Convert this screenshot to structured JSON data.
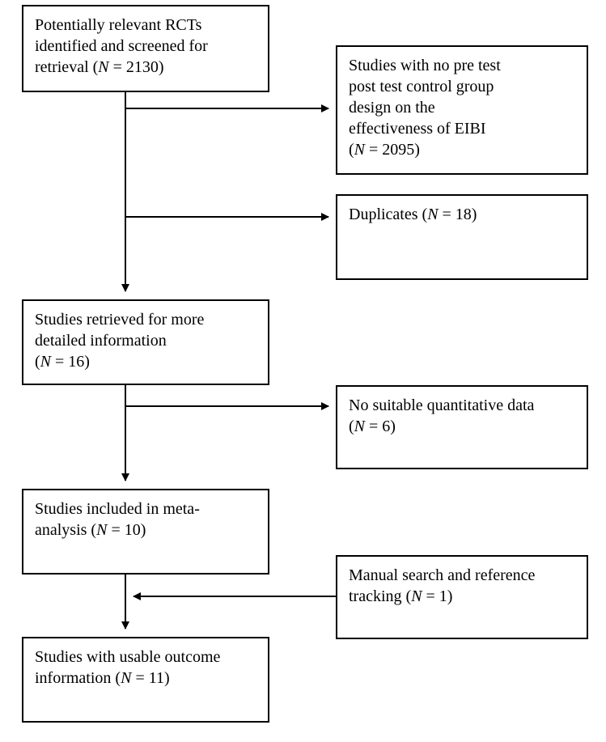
{
  "boxes": {
    "screened": {
      "lines": [
        "Potentially relevant RCTs",
        "identified and screened for"
      ],
      "last_prefix": "retrieval (",
      "n_label": "N",
      "last_suffix": " = 2130)"
    },
    "excluded_design": {
      "lines": [
        "Studies with no pre test",
        "post test control group",
        "design on the",
        "effectiveness of EIBI"
      ],
      "last_prefix": "(",
      "n_label": "N",
      "last_suffix": " = 2095)"
    },
    "duplicates": {
      "lines": [],
      "last_prefix": "Duplicates (",
      "n_label": "N",
      "last_suffix": " = 18)"
    },
    "retrieved": {
      "lines": [
        "Studies retrieved for more",
        "detailed information"
      ],
      "last_prefix": "(",
      "n_label": "N",
      "last_suffix": " = 16)"
    },
    "no_data": {
      "lines": [
        "No suitable quantitative data"
      ],
      "last_prefix": "(",
      "n_label": "N",
      "last_suffix": " = 6)"
    },
    "included": {
      "lines": [
        "Studies included in meta-"
      ],
      "last_prefix": "analysis (",
      "n_label": "N",
      "last_suffix": " = 10)"
    },
    "manual": {
      "lines": [
        "Manual search and reference"
      ],
      "last_prefix": "tracking (",
      "n_label": "N",
      "last_suffix": " = 1)"
    },
    "usable": {
      "lines": [
        "Studies with usable outcome"
      ],
      "last_prefix": "information (",
      "n_label": "N",
      "last_suffix": " = 11)"
    }
  }
}
